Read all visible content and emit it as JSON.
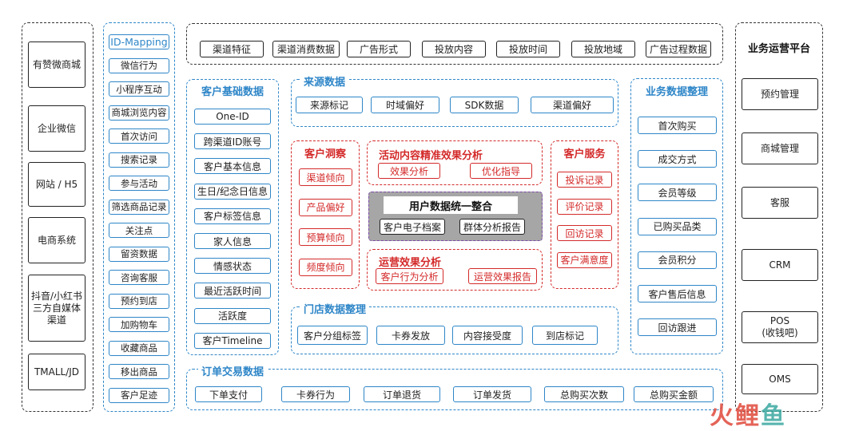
{
  "left_channels": [
    "有赞微商城",
    "企业微信",
    "网站 / H5",
    "电商系统",
    "抖音/小红书\n三方自媒体\n渠道",
    "TMALL/JD"
  ],
  "behavior_items": [
    "ID-Mapping",
    "微信行为",
    "小程序互动",
    "商城浏览内容",
    "首次访问",
    "搜索记录",
    "参与活动",
    "筛选商品记录",
    "关注点",
    "留资数据",
    "咨询客服",
    "预约到店",
    "加购物车",
    "收藏商品",
    "移出商品",
    "客户足迹"
  ],
  "top_tags": [
    "渠道特征",
    "渠道消费数据",
    "广告形式",
    "投放内容",
    "投放时间",
    "投放地域",
    "广告过程数据"
  ],
  "customer_basic": {
    "title": "客户基础数据",
    "items": [
      "One-ID",
      "跨渠道ID账号",
      "客户基本信息",
      "生日/纪念日信息",
      "客户标签信息",
      "家人信息",
      "情感状态",
      "最近活跃时间",
      "活跃度",
      "客户Timeline"
    ]
  },
  "source_data": {
    "title": "来源数据",
    "items": [
      "来源标记",
      "时域偏好",
      "SDK数据",
      "渠道偏好"
    ]
  },
  "insight": {
    "title": "客户洞察",
    "items": [
      "渠道倾向",
      "产品偏好",
      "预算倾向",
      "频度倾向"
    ]
  },
  "activity": {
    "title": "活动内容精准效果分析",
    "items": [
      "效果分析",
      "优化指导"
    ]
  },
  "unified": {
    "title": "用户数据统一整合",
    "items": [
      "客户电子档案",
      "群体分析报告"
    ]
  },
  "ops_analysis": {
    "title": "运营效果分析",
    "items": [
      "客户行为分析",
      "运营效果报告"
    ]
  },
  "service": {
    "title": "客户服务",
    "items": [
      "投诉记录",
      "评价记录",
      "回访记录",
      "客户满意度"
    ]
  },
  "store_data": {
    "title": "门店数据整理",
    "items": [
      "客户分组标签",
      "卡券发放",
      "内容接受度",
      "到店标记"
    ]
  },
  "business_data": {
    "title": "业务数据整理",
    "items": [
      "首次购买",
      "成交方式",
      "会员等级",
      "已购买品类",
      "会员积分",
      "客户售后信息",
      "回访跟进"
    ]
  },
  "order_data": {
    "title": "订单交易数据",
    "items": [
      "下单支付",
      "卡券行为",
      "订单退货",
      "订单发货",
      "总购买次数",
      "总购买金额"
    ]
  },
  "platform": {
    "title": "业务运营平台",
    "items": [
      "预约管理",
      "商城管理",
      "客服",
      "CRM",
      "POS\n(收钱吧)",
      "OMS"
    ]
  },
  "logo": {
    "chars": [
      "火",
      "鲤",
      "鱼"
    ]
  },
  "colors": {
    "blue": "#2e86c8",
    "red": "#d42a2a",
    "purple": "#7d4ca8",
    "gray": "#a6a6a6"
  }
}
